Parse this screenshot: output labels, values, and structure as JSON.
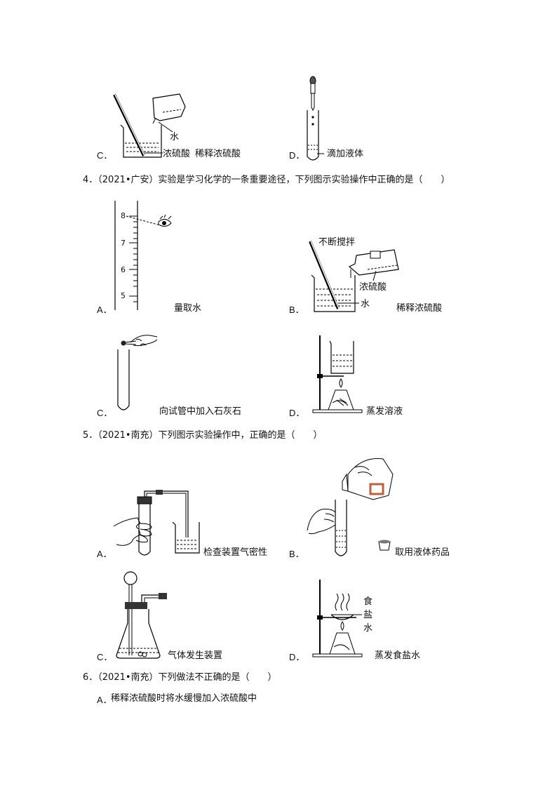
{
  "top_row": {
    "c": {
      "label": "C．",
      "fig_labels": [
        "水",
        "浓硫酸"
      ],
      "caption": "稀释浓硫酸"
    },
    "d": {
      "label": "D．",
      "caption": "滴加液体"
    }
  },
  "q4": {
    "stem": "4．（2021•广安）实验是学习化学的一条重要途径，下列图示实验操作中正确的是（　　）",
    "options": {
      "a": {
        "label": "A．",
        "caption": "量取水",
        "scale": [
          "8",
          "7",
          "6",
          "5"
        ]
      },
      "b": {
        "label": "B．",
        "fig_labels": [
          "不断搅拌",
          "浓硫酸",
          "水"
        ],
        "caption": "稀释浓硫酸"
      },
      "c": {
        "label": "C．",
        "caption": "向试管中加入石灰石"
      },
      "d": {
        "label": "D．",
        "caption": "蒸发溶液"
      }
    }
  },
  "q5": {
    "stem": "5．（2021•南充）下列图示实验操作中，正确的是（　　）",
    "options": {
      "a": {
        "label": "A．",
        "caption": "检查装置气密性"
      },
      "b": {
        "label": "B．",
        "caption": "取用液体药品"
      },
      "c": {
        "label": "C．",
        "caption": "气体发生装置"
      },
      "d": {
        "label": "D．",
        "fig_labels": [
          "食",
          "盐",
          "水"
        ],
        "caption": "蒸发食盐水"
      }
    }
  },
  "q6": {
    "stem": "6．（2021•南充）下列做法不正确的是（　　）",
    "options": {
      "a": {
        "label": "A．",
        "text": "稀释浓硫酸时将水缓慢加入浓硫酸中"
      }
    }
  }
}
